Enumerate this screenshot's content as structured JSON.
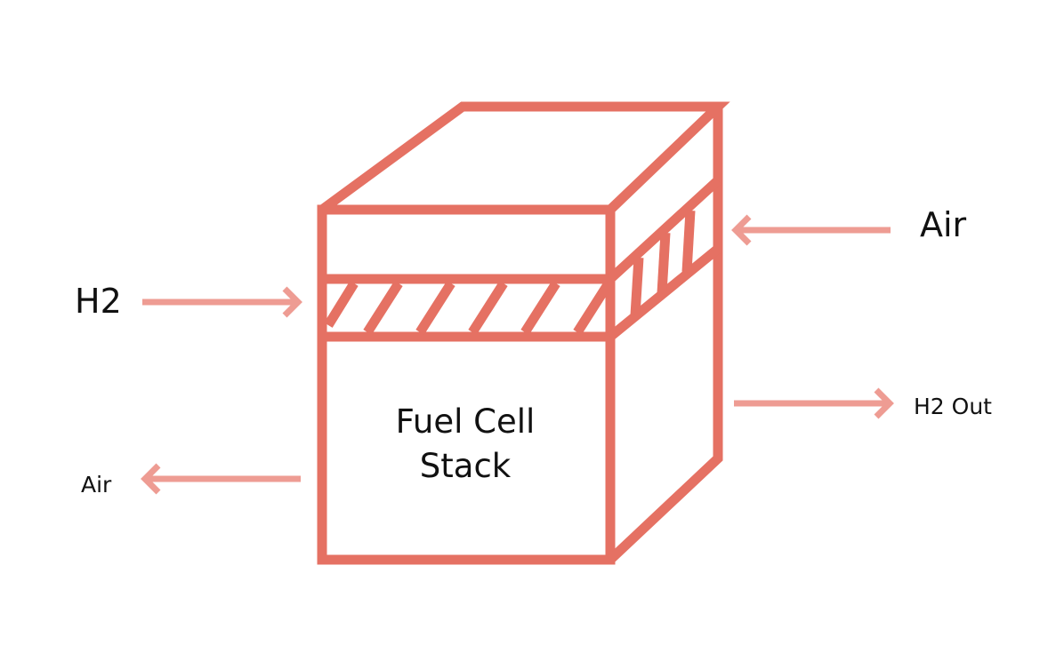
{
  "colors": {
    "stack": "#e57163",
    "arrow": "#ee9c93",
    "text": "#111111",
    "background": "#ffffff"
  },
  "stack": {
    "label": "Fuel Cell Stack"
  },
  "flows": {
    "h2_in": "H2",
    "air_in": "Air",
    "h2_out": "H2 Out",
    "air_out": "Air"
  }
}
